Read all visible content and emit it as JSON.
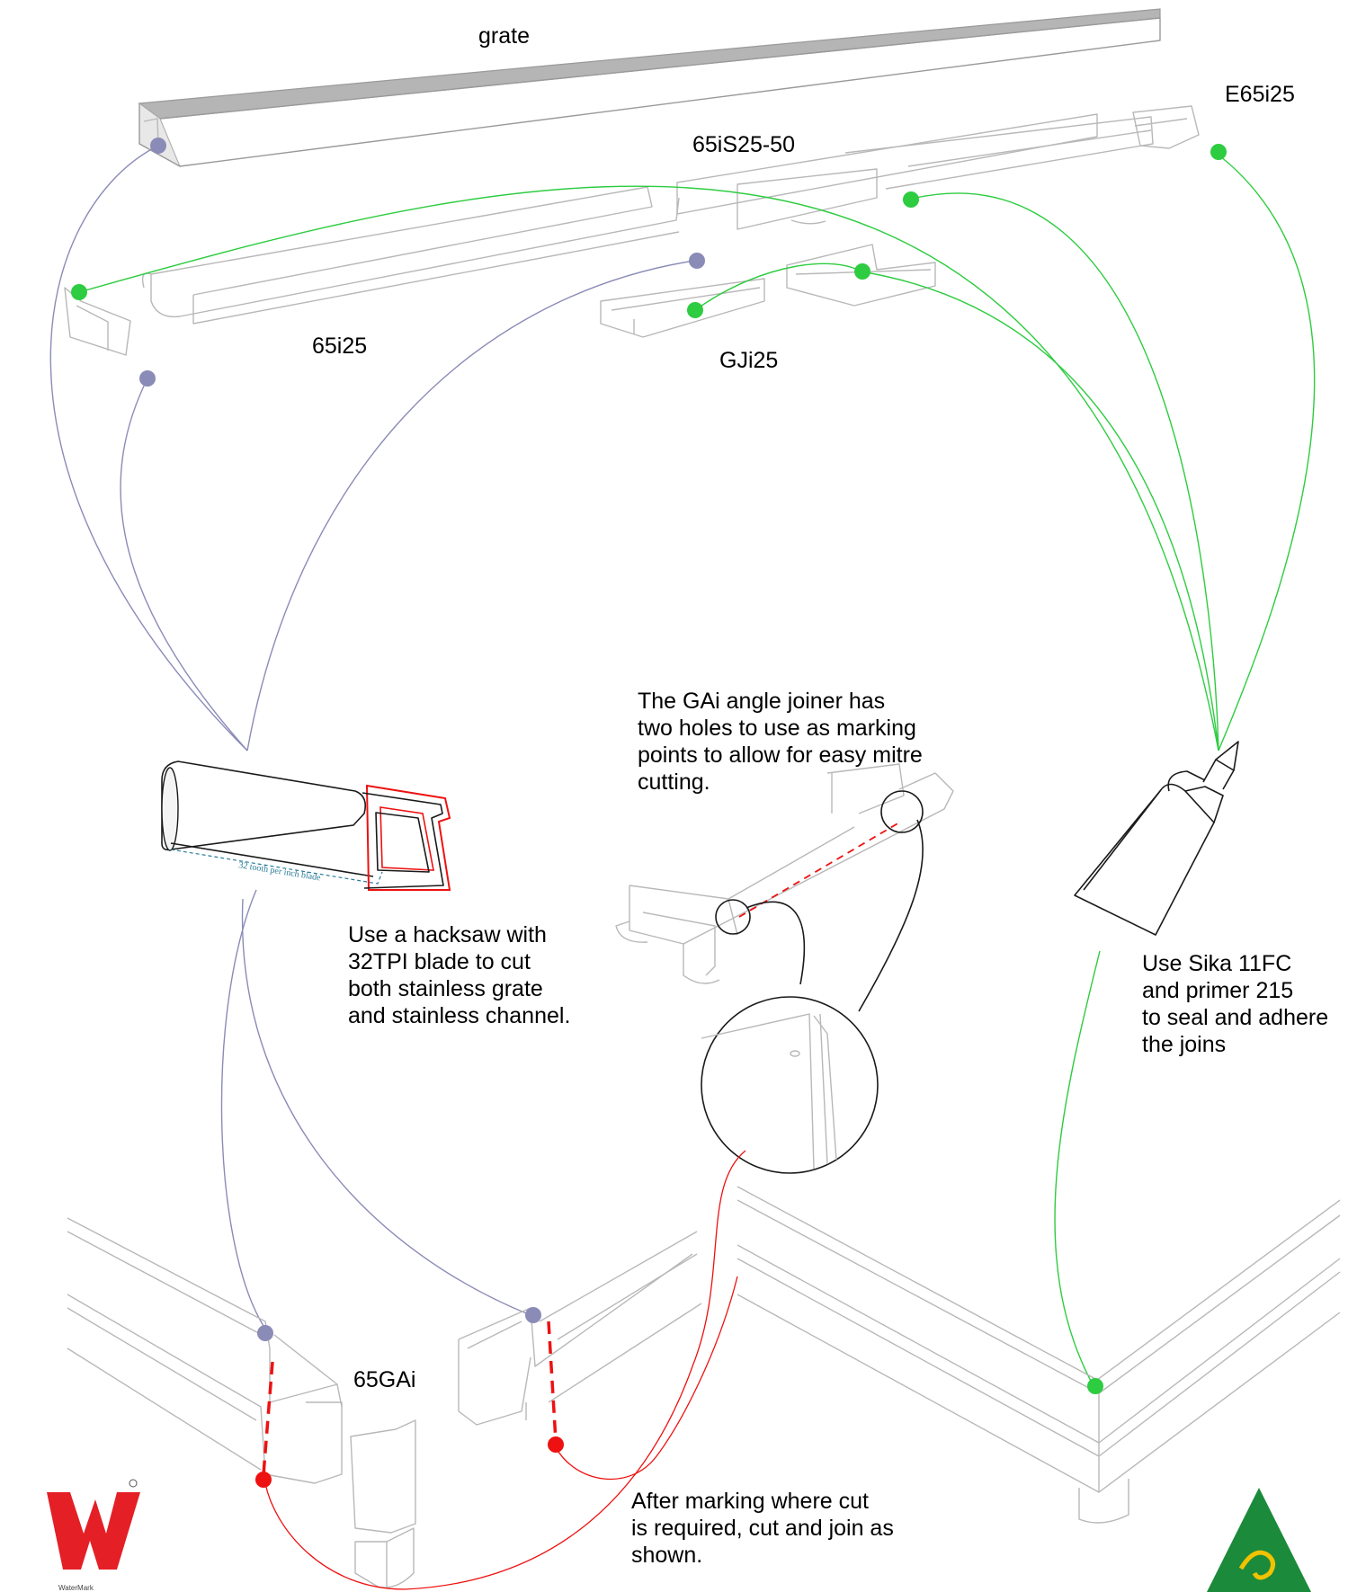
{
  "labels": {
    "grate": "grate",
    "e65i25": "E65i25",
    "s65is25_50": "65iS25-50",
    "c65i25": "65i25",
    "gji25": "GJi25",
    "g65gai": "65GAi"
  },
  "hacksaw_note": [
    "Use a hacksaw with",
    "32TPI blade to cut",
    "both stainless grate",
    "and stainless channel."
  ],
  "joiner_note": [
    "The GAi angle joiner has",
    "two holes to use as marking",
    "points to allow for easy mitre",
    "cutting."
  ],
  "sika_note": [
    "Use Sika 11FC",
    "and primer 215",
    "to seal and adhere",
    "the joins"
  ],
  "cut_note": [
    "After marking where cut",
    "is required, cut and join as",
    "shown."
  ],
  "blade_text": "32 tooth per inch blade",
  "logo_text": "WaterMark",
  "colors": {
    "purple": "#8b8bb8",
    "green": "#2ecc40",
    "red": "#ee1111",
    "part_line": "#b8b8b8",
    "grate_top": "#b5b5b5"
  },
  "icons": {
    "watermark_logo": "watermark-logo-icon",
    "australian_made": "australian-made-icon"
  }
}
